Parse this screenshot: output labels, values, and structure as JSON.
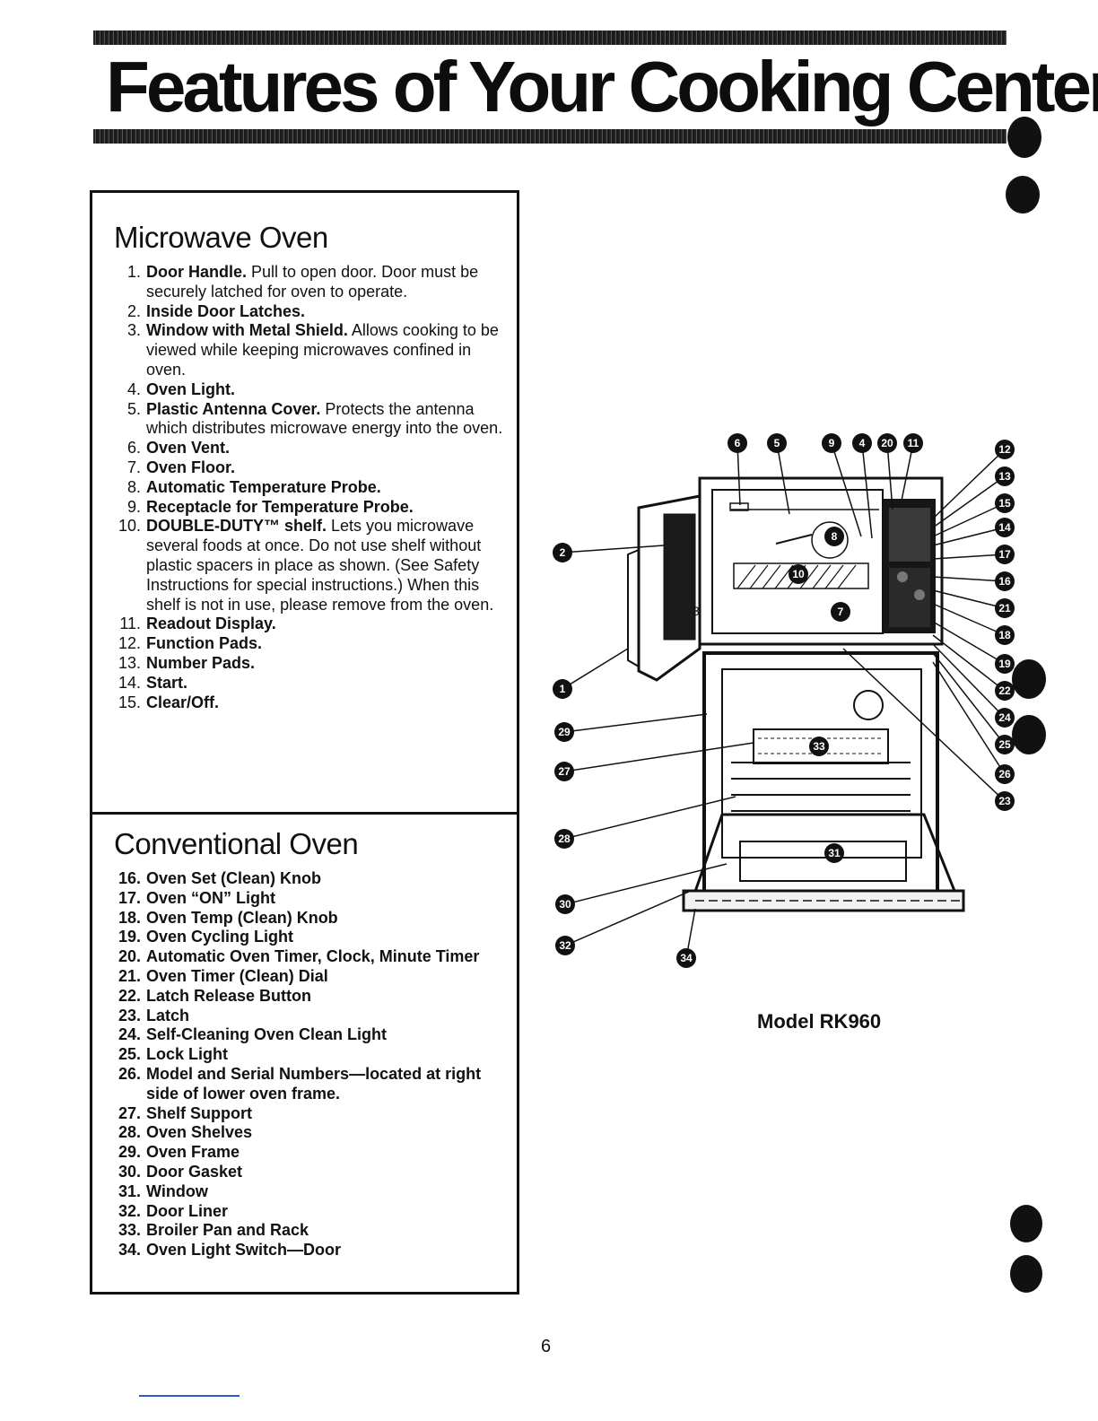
{
  "page": {
    "title": "Features of Your Cooking Center",
    "page_number": "6"
  },
  "sections": {
    "microwave": {
      "title": "Microwave Oven",
      "items": [
        {
          "num": "1.",
          "name": "Door Handle.",
          "desc": " Pull to open door. Door must be securely latched for oven to operate."
        },
        {
          "num": "2.",
          "name": "Inside Door Latches.",
          "desc": ""
        },
        {
          "num": "3.",
          "name": "Window with Metal Shield.",
          "desc": " Allows cooking to be viewed while keeping microwaves confined in oven."
        },
        {
          "num": "4.",
          "name": "Oven Light.",
          "desc": ""
        },
        {
          "num": "5.",
          "name": "Plastic Antenna Cover.",
          "desc": " Protects the antenna which distributes microwave energy into the oven."
        },
        {
          "num": "6.",
          "name": "Oven Vent.",
          "desc": ""
        },
        {
          "num": "7.",
          "name": "Oven Floor.",
          "desc": ""
        },
        {
          "num": "8.",
          "name": "Automatic Temperature Probe.",
          "desc": ""
        },
        {
          "num": "9.",
          "name": "Receptacle for Temperature Probe.",
          "desc": ""
        },
        {
          "num": "10.",
          "name": "DOUBLE-DUTY™ shelf.",
          "desc": " Lets you microwave several foods at once. Do not use shelf without plastic spacers in place as shown. (See Safety Instructions for special instructions.) When this shelf is not in use, please remove from the oven."
        },
        {
          "num": "11.",
          "name": "Readout Display.",
          "desc": ""
        },
        {
          "num": "12.",
          "name": "Function Pads.",
          "desc": ""
        },
        {
          "num": "13.",
          "name": "Number Pads.",
          "desc": ""
        },
        {
          "num": "14.",
          "name": "Start.",
          "desc": ""
        },
        {
          "num": "15.",
          "name": "Clear/Off.",
          "desc": ""
        }
      ]
    },
    "conventional": {
      "title": "Conventional Oven",
      "items": [
        {
          "num": "16.",
          "name": "Oven Set (Clean) Knob",
          "desc": ""
        },
        {
          "num": "17.",
          "name": "Oven “ON” Light",
          "desc": ""
        },
        {
          "num": "18.",
          "name": "Oven Temp (Clean) Knob",
          "desc": ""
        },
        {
          "num": "19.",
          "name": "Oven Cycling Light",
          "desc": ""
        },
        {
          "num": "20.",
          "name": "Automatic Oven Timer, Clock, Minute Timer",
          "desc": ""
        },
        {
          "num": "21.",
          "name": "Oven Timer (Clean) Dial",
          "desc": ""
        },
        {
          "num": "22.",
          "name": "Latch Release Button",
          "desc": ""
        },
        {
          "num": "23.",
          "name": "Latch",
          "desc": ""
        },
        {
          "num": "24.",
          "name": "Self-Cleaning Oven Clean Light",
          "desc": ""
        },
        {
          "num": "25.",
          "name": "Lock Light",
          "desc": ""
        },
        {
          "num": "26.",
          "name": "Model and Serial Numbers",
          "desc": "—located at right side of lower oven frame."
        },
        {
          "num": "27.",
          "name": "Shelf Support",
          "desc": ""
        },
        {
          "num": "28.",
          "name": "Oven Shelves",
          "desc": ""
        },
        {
          "num": "29.",
          "name": "Oven Frame",
          "desc": ""
        },
        {
          "num": "30.",
          "name": "Door Gasket",
          "desc": ""
        },
        {
          "num": "31.",
          "name": "Window",
          "desc": ""
        },
        {
          "num": "32.",
          "name": "Door Liner",
          "desc": ""
        },
        {
          "num": "33.",
          "name": "Broiler Pan and Rack",
          "desc": ""
        },
        {
          "num": "34.",
          "name": "Oven Light Switch—Door",
          "desc": ""
        }
      ]
    }
  },
  "diagram": {
    "model_label": "Model RK960",
    "window_label": "3",
    "callouts": [
      "1",
      "2",
      "4",
      "5",
      "6",
      "7",
      "8",
      "9",
      "10",
      "11",
      "12",
      "13",
      "14",
      "15",
      "16",
      "17",
      "18",
      "19",
      "20",
      "21",
      "22",
      "23",
      "24",
      "25",
      "26",
      "27",
      "28",
      "29",
      "30",
      "31",
      "32",
      "33",
      "34"
    ]
  }
}
